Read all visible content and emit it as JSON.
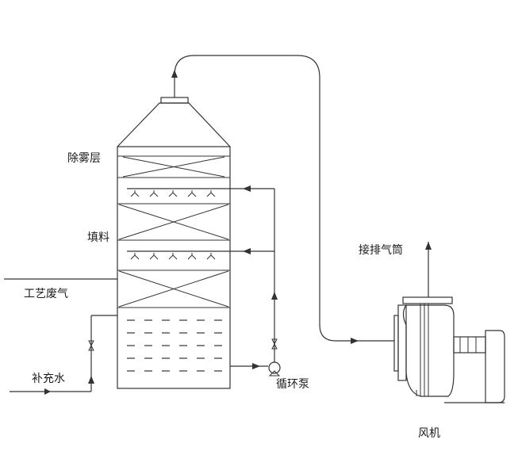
{
  "labels": {
    "demister": "除雾层",
    "packing": "填料",
    "process_gas": "工艺废气",
    "makeup_water": "补充水",
    "circulation_pump": "循环泵",
    "to_stack": "接排气筒",
    "fan": "风机"
  },
  "colors": {
    "line": "#333333",
    "background": "#ffffff"
  }
}
